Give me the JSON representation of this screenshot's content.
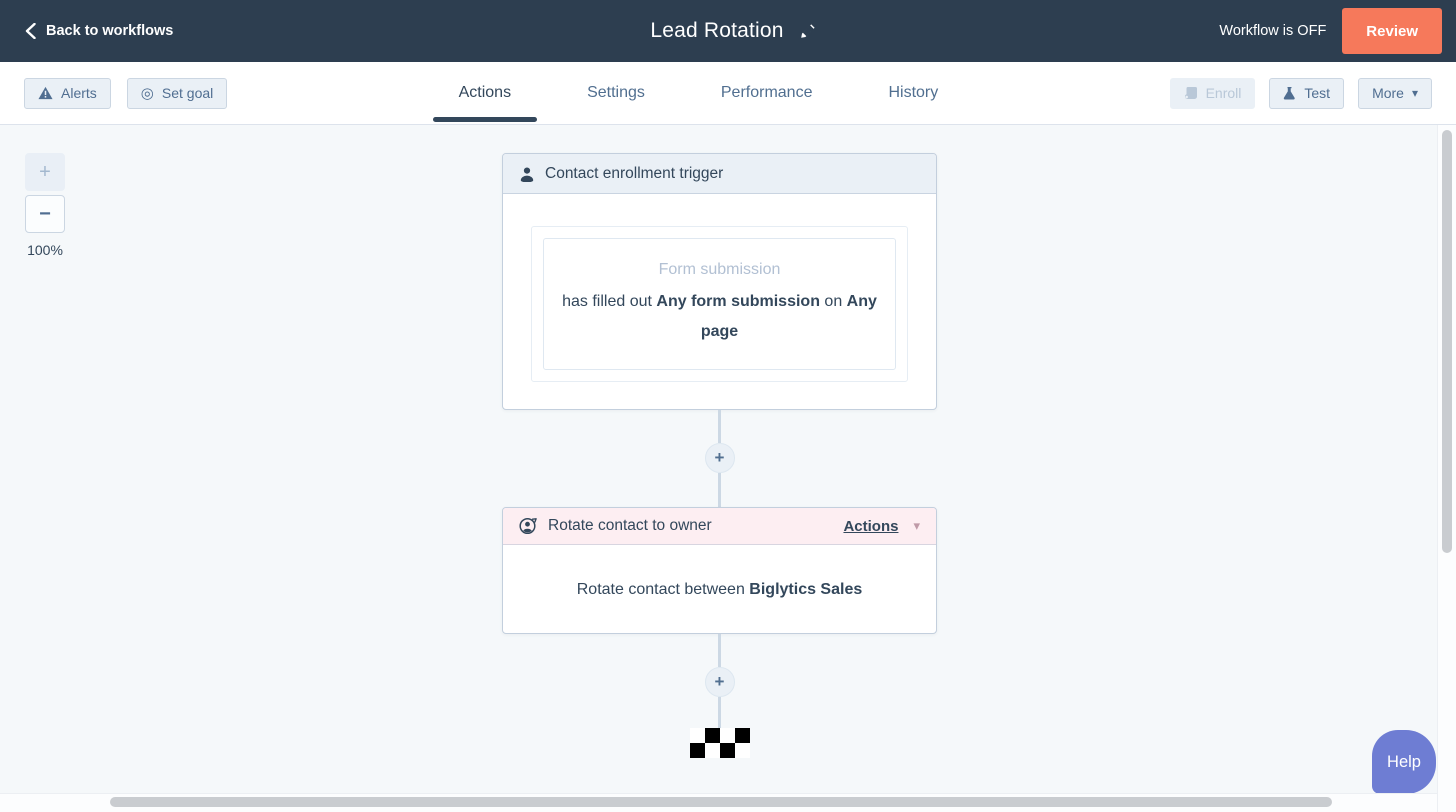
{
  "navbar": {
    "back_label": "Back to workflows",
    "title": "Lead Rotation",
    "status_text": "Workflow is OFF",
    "review_label": "Review"
  },
  "toolbar": {
    "alerts_label": "Alerts",
    "set_goal_label": "Set goal",
    "tabs": [
      {
        "label": "Actions",
        "active": true
      },
      {
        "label": "Settings",
        "active": false
      },
      {
        "label": "Performance",
        "active": false
      },
      {
        "label": "History",
        "active": false
      }
    ],
    "enroll_label": "Enroll",
    "test_label": "Test",
    "more_label": "More"
  },
  "canvas": {
    "zoom_level": "100%",
    "trigger_card": {
      "title": "Contact enrollment trigger",
      "filter_type": "Form submission",
      "condition": {
        "prefix": "has filled out ",
        "bold1": "Any form submission",
        "middle": " on ",
        "bold2": "Any page"
      }
    },
    "action_card": {
      "title": "Rotate contact to owner",
      "actions_menu_label": "Actions",
      "body": {
        "prefix": "Rotate contact between ",
        "bold": "Biglytics Sales"
      }
    },
    "add_label": "+",
    "zoom_in_label": "+",
    "zoom_out_label": "−",
    "help_label": "Help"
  },
  "icons": {
    "caret_down": "▾",
    "target": "◎"
  },
  "colors": {
    "navbar_bg": "#2d3e50",
    "review_button_orange": "#f6795b",
    "button_text_blue": "#506e91",
    "dark_text": "#33475b",
    "canvas_bg": "#f5f8fa",
    "action_header_pink": "#fdeef2",
    "trigger_header_gray": "#eaf0f6",
    "help_button_purple": "#6e7dd3"
  }
}
